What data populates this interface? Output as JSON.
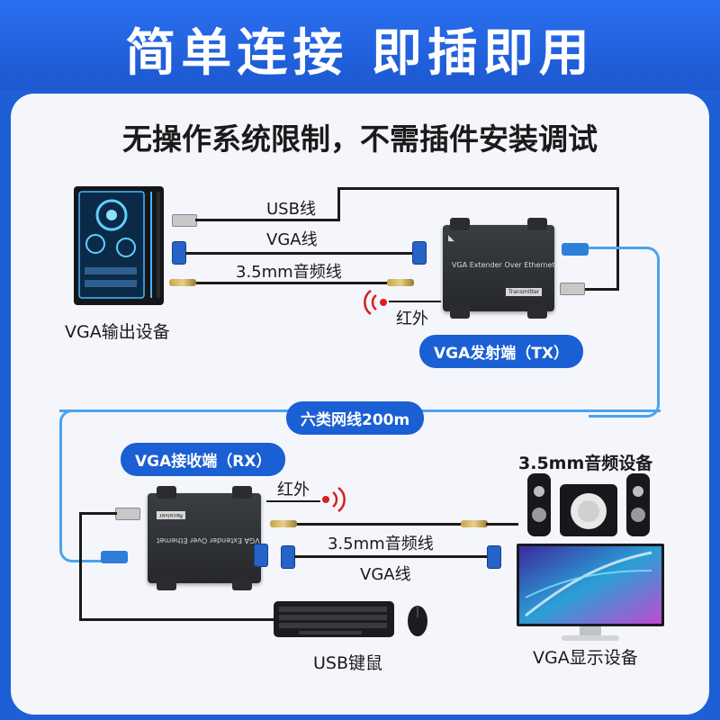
{
  "header": {
    "title": "简单连接 即插即用"
  },
  "subtitle": "无操作系统限制，不需插件安装调试",
  "top": {
    "usb_cable": "USB线",
    "vga_cable": "VGA线",
    "audio_cable": "3.5mm音频线",
    "infrared": "红外",
    "source_label": "VGA输出设备",
    "tx_label": "VGA发射端（TX）",
    "tx_box_text": "VGA Extender Over Ethernet",
    "tx_box_tag": "Transmitter"
  },
  "network_label": "六类网线200m",
  "bottom": {
    "rx_label": "VGA接收端（RX）",
    "infrared": "红外",
    "audio_cable": "3.5mm音频线",
    "vga_cable": "VGA线",
    "audio_device": "3.5mm音频设备",
    "display_device": "VGA显示设备",
    "usb_kbm": "USB键鼠",
    "rx_box_text": "VGA Extender Over Ethernet",
    "rx_box_tag": "Receiver"
  },
  "colors": {
    "brand_blue": "#1a5fd4",
    "network_blue": "#4aa3f0",
    "cable_black": "#1a1a1a"
  }
}
